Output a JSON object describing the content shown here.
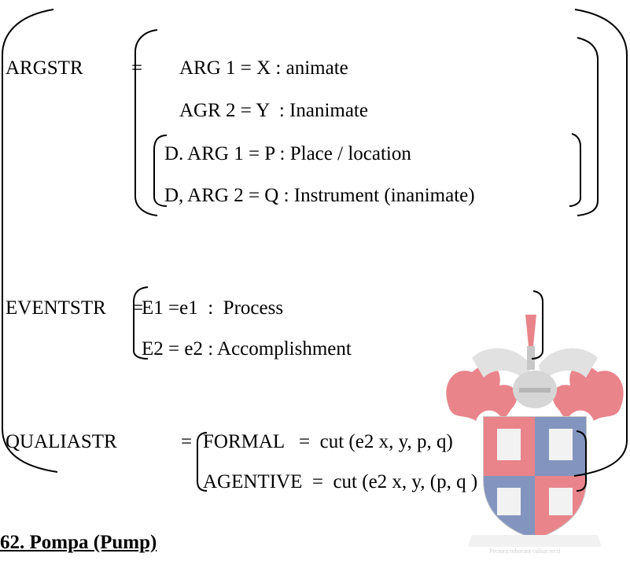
{
  "document": {
    "argstr": {
      "label": "ARGSTR",
      "eq": "=",
      "arg1": "ARG 1 = X : animate",
      "arg2": "AGR 2 = Y  : Inanimate",
      "darg1": "D. ARG 1 = P : Place / location",
      "darg2": "D, ARG 2 = Q : Instrument (inanimate)"
    },
    "eventstr": {
      "label": "EVENTSTR",
      "eq": "=",
      "e1": "E1 =e1  :  Process",
      "e2": "E2 = e2 : Accomplishment"
    },
    "qualiastr": {
      "label": "QUALIASTR",
      "eq": "=",
      "formal": "FORMAL   =  cut (e2 x, y, p, q)",
      "agentive": "AGENTIVE  =  cut (e2 x, y, (p, q )"
    },
    "heading": "62. Pompa (Pump)"
  },
  "watermark": {
    "motto": "Pectora roborant cultus recti",
    "colors": {
      "red": "#d8212b",
      "blue": "#1e3f8c",
      "gold": "#c8a042",
      "gray": "#9a9a9a"
    }
  }
}
